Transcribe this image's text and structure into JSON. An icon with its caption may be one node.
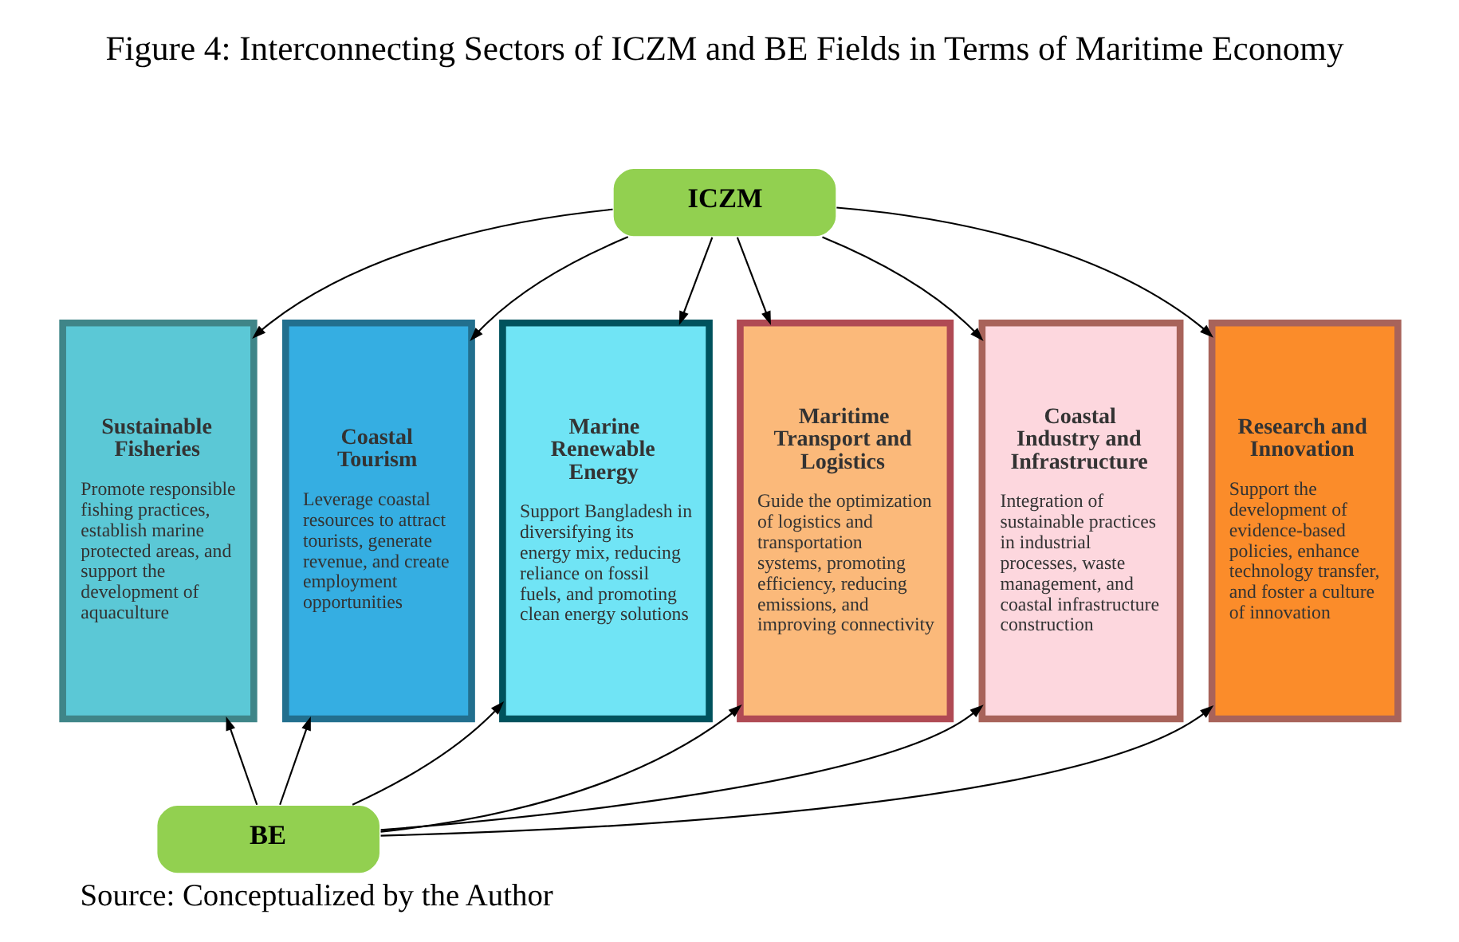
{
  "diagram": {
    "title": "Figure 4: Interconnecting Sectors of ICZM and BE Fields in Terms of Maritime Economy",
    "caption": "Source: Conceptualized by the Author",
    "nodes": [
      {
        "text": [
          "ICZM"
        ]
      },
      {
        "text": [
          "Sustainable Fisheries",
          "Promote responsible fishing practices, establish marine protected areas, and support the development of aquaculture"
        ]
      },
      {
        "text": [
          "Coastal Tourism",
          "Leverage coastal resources to attract tourists, generate revenue, and create employment opportunities"
        ]
      },
      {
        "text": [
          "Marine Renewable Energy",
          "Support Bangladesh in diversifying its energy mix, reducing reliance on fossil fuels, and promoting clean energy solutions"
        ]
      },
      {
        "text": [
          "Maritime Transport and Logistics",
          "Guide the optimization of logistics and transportation systems, promoting efficiency, reducing emissions, and improving connectivity"
        ]
      },
      {
        "text": [
          "Coastal Industry and Infrastructure",
          "Integration of sustainable practices in industrial processes, waste management, and coastal infrastructure construction"
        ]
      },
      {
        "text": [
          "Research and Innovation",
          "Support the development of evidence-based policies, enhance technology transfer, and foster a culture of innovation"
        ]
      },
      {
        "text": [
          "BE"
        ]
      }
    ],
    "edges": [
      {
        "from": 0,
        "to": 1,
        "arrow": "to"
      },
      {
        "from": 0,
        "to": 2,
        "arrow": "to"
      },
      {
        "from": 0,
        "to": 3,
        "arrow": "to"
      },
      {
        "from": 0,
        "to": 4,
        "arrow": "to"
      },
      {
        "from": 0,
        "to": 5,
        "arrow": "to"
      },
      {
        "from": 0,
        "to": 6,
        "arrow": "to"
      },
      {
        "from": 7,
        "to": 1,
        "arrow": "to"
      },
      {
        "from": 7,
        "to": 2,
        "arrow": "to"
      },
      {
        "from": 7,
        "to": 3,
        "arrow": "to"
      },
      {
        "from": 7,
        "to": 4,
        "arrow": "to"
      },
      {
        "from": 7,
        "to": 5,
        "arrow": "to"
      },
      {
        "from": 7,
        "to": 6,
        "arrow": "to"
      }
    ]
  }
}
